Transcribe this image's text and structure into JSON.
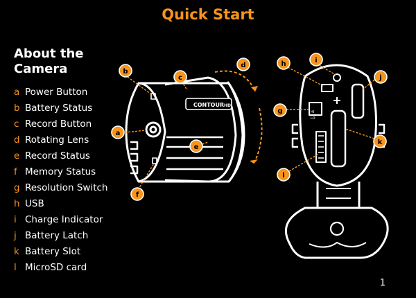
{
  "page": {
    "title": "Quick Start",
    "section_heading_line1": "About the",
    "section_heading_line2": "Camera",
    "page_number": "1"
  },
  "legend": [
    {
      "letter": "a",
      "label": "Power Button"
    },
    {
      "letter": "b",
      "label": "Battery Status"
    },
    {
      "letter": "c",
      "label": "Record Button"
    },
    {
      "letter": "d",
      "label": "Rotating Lens"
    },
    {
      "letter": "e",
      "label": "Record Status"
    },
    {
      "letter": "f",
      "label": "Memory Status"
    },
    {
      "letter": "g",
      "label": "Resolution Switch"
    },
    {
      "letter": "h",
      "label": "USB"
    },
    {
      "letter": "i",
      "label": "Charge Indicator"
    },
    {
      "letter": "j",
      "label": "Battery Latch"
    },
    {
      "letter": "k",
      "label": "Battery Slot"
    },
    {
      "letter": "l",
      "label": "MicroSD card"
    }
  ],
  "camera_brand": "CONTOUR",
  "camera_model": "HD",
  "switch_labels": [
    "HI",
    "LO"
  ],
  "colors": {
    "accent": "#f7941d",
    "background": "#000000",
    "text": "#ffffff"
  }
}
